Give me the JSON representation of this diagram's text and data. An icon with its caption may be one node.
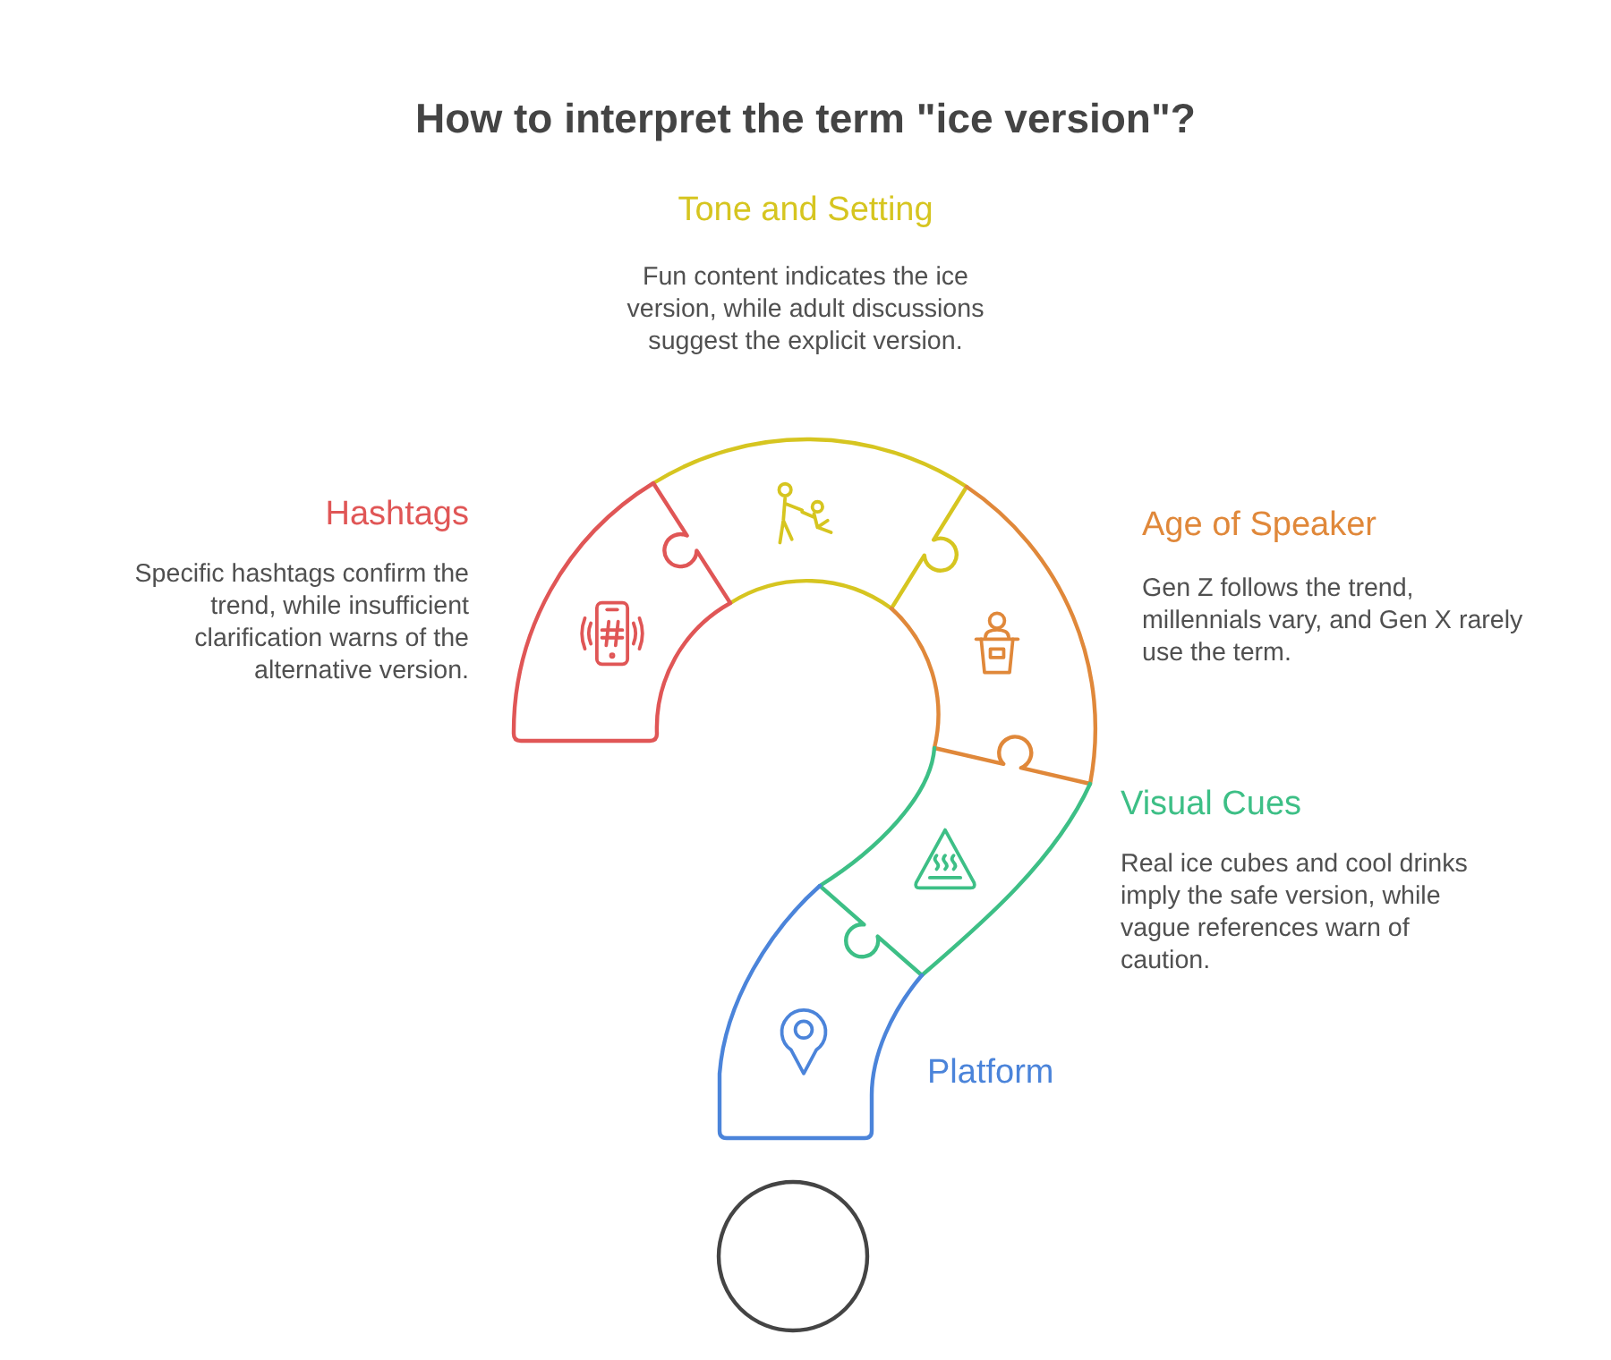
{
  "diagram": {
    "title": "How to interpret the term \"ice version\"?",
    "nodes": [
      {
        "text": [
          "Tone and Setting",
          "Fun content indicates the ice version, while adult discussions suggest the explicit version."
        ]
      },
      {
        "text": [
          "Hashtags",
          "Specific hashtags confirm the trend, while insufficient clarification warns of the alternative version."
        ]
      },
      {
        "text": [
          "Age of Speaker",
          "Gen Z follows the trend, millennials vary, and Gen X rarely use the term."
        ]
      },
      {
        "text": [
          "Visual Cues",
          "Real ice cubes and cool drinks imply the safe version, while vague references warn of caution."
        ]
      },
      {
        "text": [
          "Platform"
        ]
      },
      {
        "text": [],
        "shape": "circle"
      }
    ]
  }
}
